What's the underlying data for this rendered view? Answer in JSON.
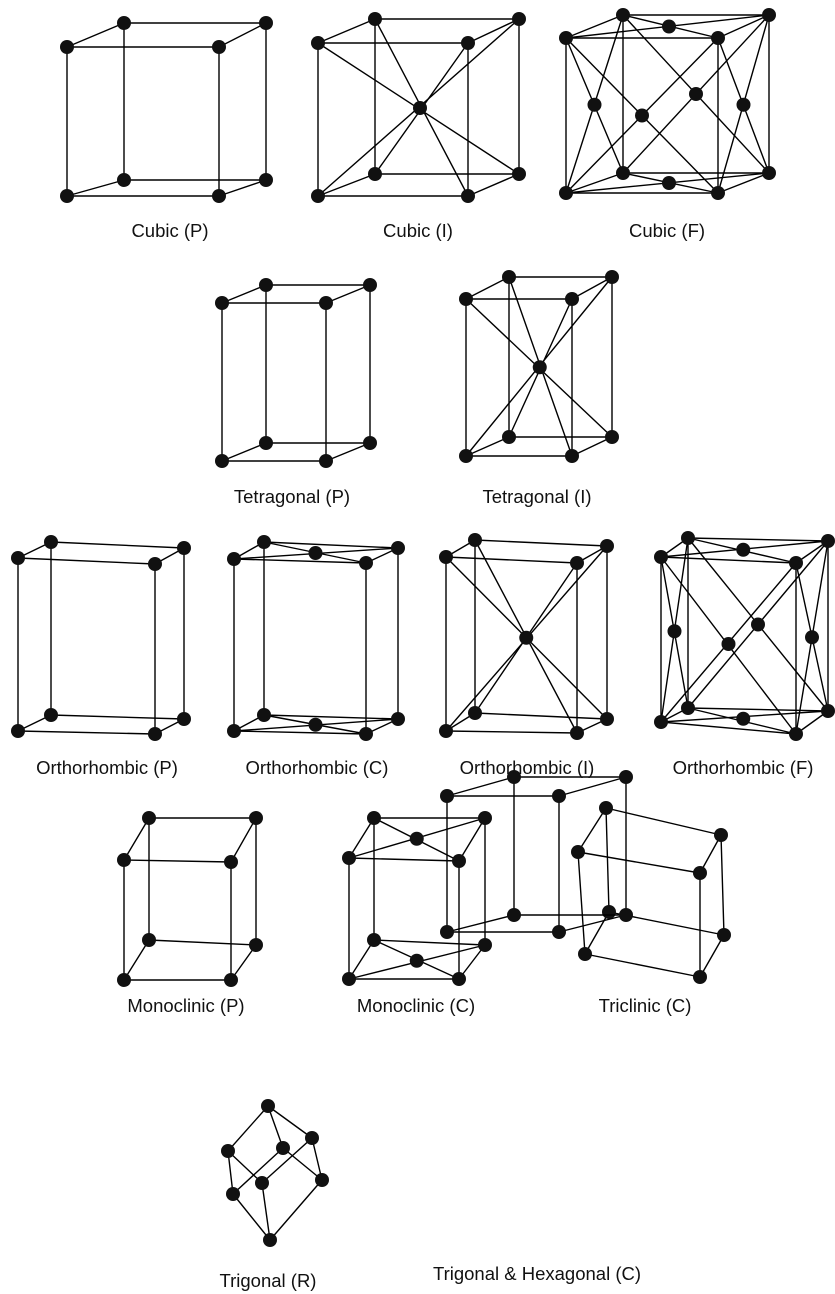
{
  "colors": {
    "atom": "#111111",
    "edge": "#000000",
    "background": "#ffffff"
  },
  "lattices": [
    {
      "key": "cubic-p",
      "label": "Cubic (P)"
    },
    {
      "key": "cubic-i",
      "label": "Cubic (I)"
    },
    {
      "key": "cubic-f",
      "label": "Cubic (F)"
    },
    {
      "key": "tetragonal-p",
      "label": "Tetragonal (P)"
    },
    {
      "key": "tetragonal-i",
      "label": "Tetragonal (I)"
    },
    {
      "key": "orthorhombic-p",
      "label": "Orthorhombic (P)"
    },
    {
      "key": "orthorhombic-c",
      "label": "Orthorhombic (C)"
    },
    {
      "key": "orthorhombic-i",
      "label": "Orthorhombic (I)"
    },
    {
      "key": "orthorhombic-f",
      "label": "Orthorhombic (F)"
    },
    {
      "key": "monoclinic-p",
      "label": "Monoclinic (P)"
    },
    {
      "key": "monoclinic-c",
      "label": "Monoclinic (C)"
    },
    {
      "key": "triclinic-c",
      "label": "Triclinic (C)"
    },
    {
      "key": "trigonal-r",
      "label": "Trigonal (R)"
    },
    {
      "key": "trigonal-hexagonal-c",
      "label": "Trigonal & Hexagonal (C)"
    }
  ]
}
